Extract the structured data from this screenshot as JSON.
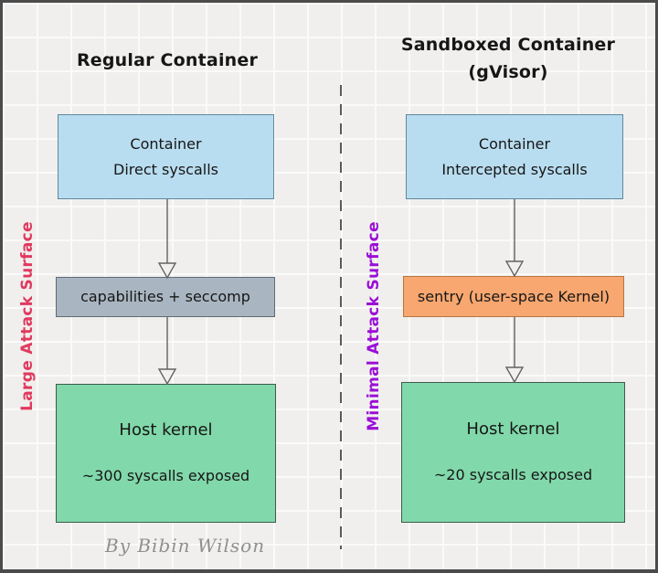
{
  "left": {
    "title": "Regular Container",
    "side_label": "Large Attack Surface",
    "container_box": {
      "line1": "Container",
      "line2": "Direct syscalls"
    },
    "filter_box": {
      "label": "capabilities + seccomp"
    },
    "kernel_box": {
      "title": "Host kernel",
      "subtitle": "~300 syscalls exposed"
    }
  },
  "right": {
    "title": "Sandboxed Container",
    "subtitle": "(gVisor)",
    "side_label": "Minimal Attack Surface",
    "container_box": {
      "line1": "Container",
      "line2": "Intercepted syscalls"
    },
    "filter_box": {
      "label": "sentry (user-space Kernel)"
    },
    "kernel_box": {
      "title": "Host kernel",
      "subtitle": "~20 syscalls exposed"
    }
  },
  "footer": {
    "credit": "By Bibin Wilson"
  },
  "colors": {
    "container_fill": "#b9ddf0",
    "container_border": "#5f87a0",
    "filter_left_fill": "#a9b6c1",
    "filter_left_border": "#5f6b75",
    "filter_right_fill": "#f7a76f",
    "filter_right_border": "#b5773f",
    "kernel_fill": "#81d8aa",
    "kernel_border": "#3c5c4e",
    "side_label_left": "#e03a5f",
    "side_label_right": "#9b0fd6"
  }
}
